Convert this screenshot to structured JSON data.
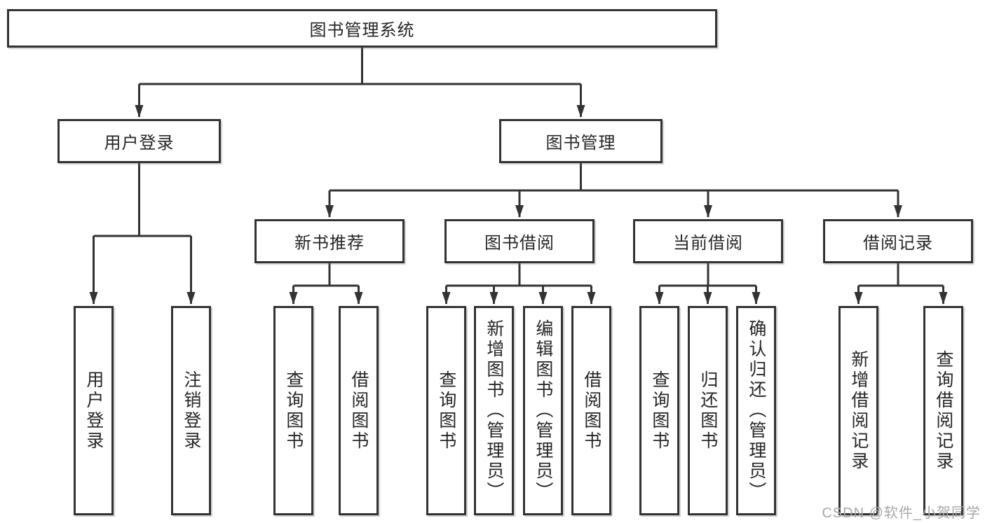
{
  "diagram": {
    "type": "function-tree",
    "title": "图书管理系统",
    "tree": {
      "label": "图书管理系统",
      "children": [
        {
          "label": "用户登录",
          "children": [
            {
              "label": "用户登录"
            },
            {
              "label": "注销登录"
            }
          ]
        },
        {
          "label": "图书管理",
          "children": [
            {
              "label": "新书推荐",
              "children": [
                {
                  "label": "查询图书"
                },
                {
                  "label": "借阅图书"
                }
              ]
            },
            {
              "label": "图书借阅",
              "children": [
                {
                  "label": "查询图书"
                },
                {
                  "label": "新增图书（管理员）"
                },
                {
                  "label": "编辑图书（管理员）"
                },
                {
                  "label": "借阅图书"
                }
              ]
            },
            {
              "label": "当前借阅",
              "children": [
                {
                  "label": "查询图书"
                },
                {
                  "label": "归还图书"
                },
                {
                  "label": "确认归还（管理员）"
                }
              ]
            },
            {
              "label": "借阅记录",
              "children": [
                {
                  "label": "新增借阅记录"
                },
                {
                  "label": "查询借阅记录"
                }
              ]
            }
          ]
        }
      ]
    }
  },
  "nodes": {
    "root": "图书管理系统",
    "user_login": "用户登录",
    "book_mgmt": "图书管理",
    "new_book_rec": "新书推荐",
    "book_borrow": "图书借阅",
    "current_borrow": "当前借阅",
    "borrow_records": "借阅记录",
    "leaf_user_login": "用户登录",
    "leaf_logout": "注销登录",
    "rec_query": "查询图书",
    "rec_borrow": "借阅图书",
    "bb_query": "查询图书",
    "bb_add": "新增图书（管理员）",
    "bb_edit": "编辑图书（管理员）",
    "bb_borrow": "借阅图书",
    "cb_query": "查询图书",
    "cb_return": "归还图书",
    "cb_confirm": "确认归还（管理员）",
    "br_add": "新增借阅记录",
    "br_query": "查询借阅记录"
  },
  "watermark": "CSDN @软件_小贺同学",
  "colors": {
    "line": "#333333",
    "box_border": "#333333",
    "box_fill": "#ffffff",
    "text": "#262626",
    "watermark": "#a8a8a8",
    "background": "#ffffff"
  }
}
